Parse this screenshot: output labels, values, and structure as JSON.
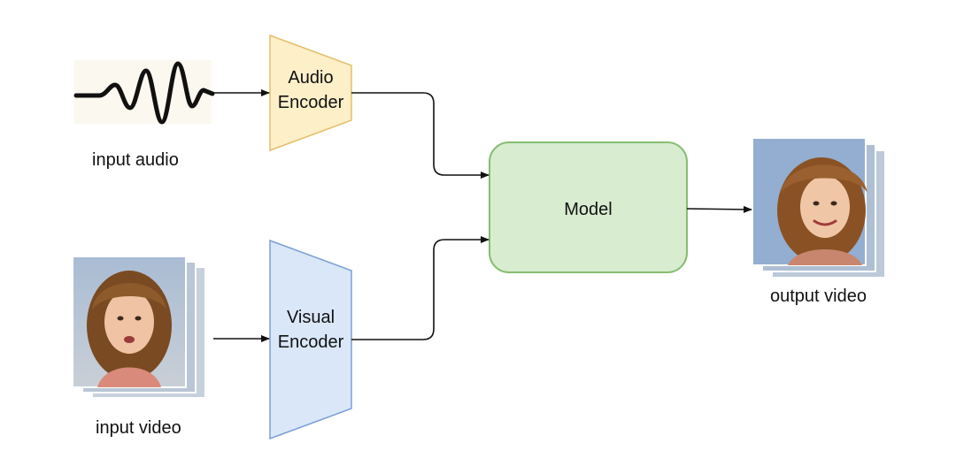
{
  "inputs": {
    "audio_label": "input audio",
    "video_label": "input video"
  },
  "encoders": {
    "audio": {
      "line1": "Audio",
      "line2": "Encoder"
    },
    "visual": {
      "line1": "Visual",
      "line2": "Encoder"
    }
  },
  "model": {
    "label": "Model"
  },
  "output": {
    "label": "output video"
  },
  "colors": {
    "audio_fill": "#fdefc8",
    "audio_stroke": "#e3bf6a",
    "visual_fill": "#dae7f9",
    "visual_stroke": "#7c9fd4",
    "model_fill": "#d8ecd0",
    "model_stroke": "#86bd72",
    "arrow": "#111111"
  }
}
